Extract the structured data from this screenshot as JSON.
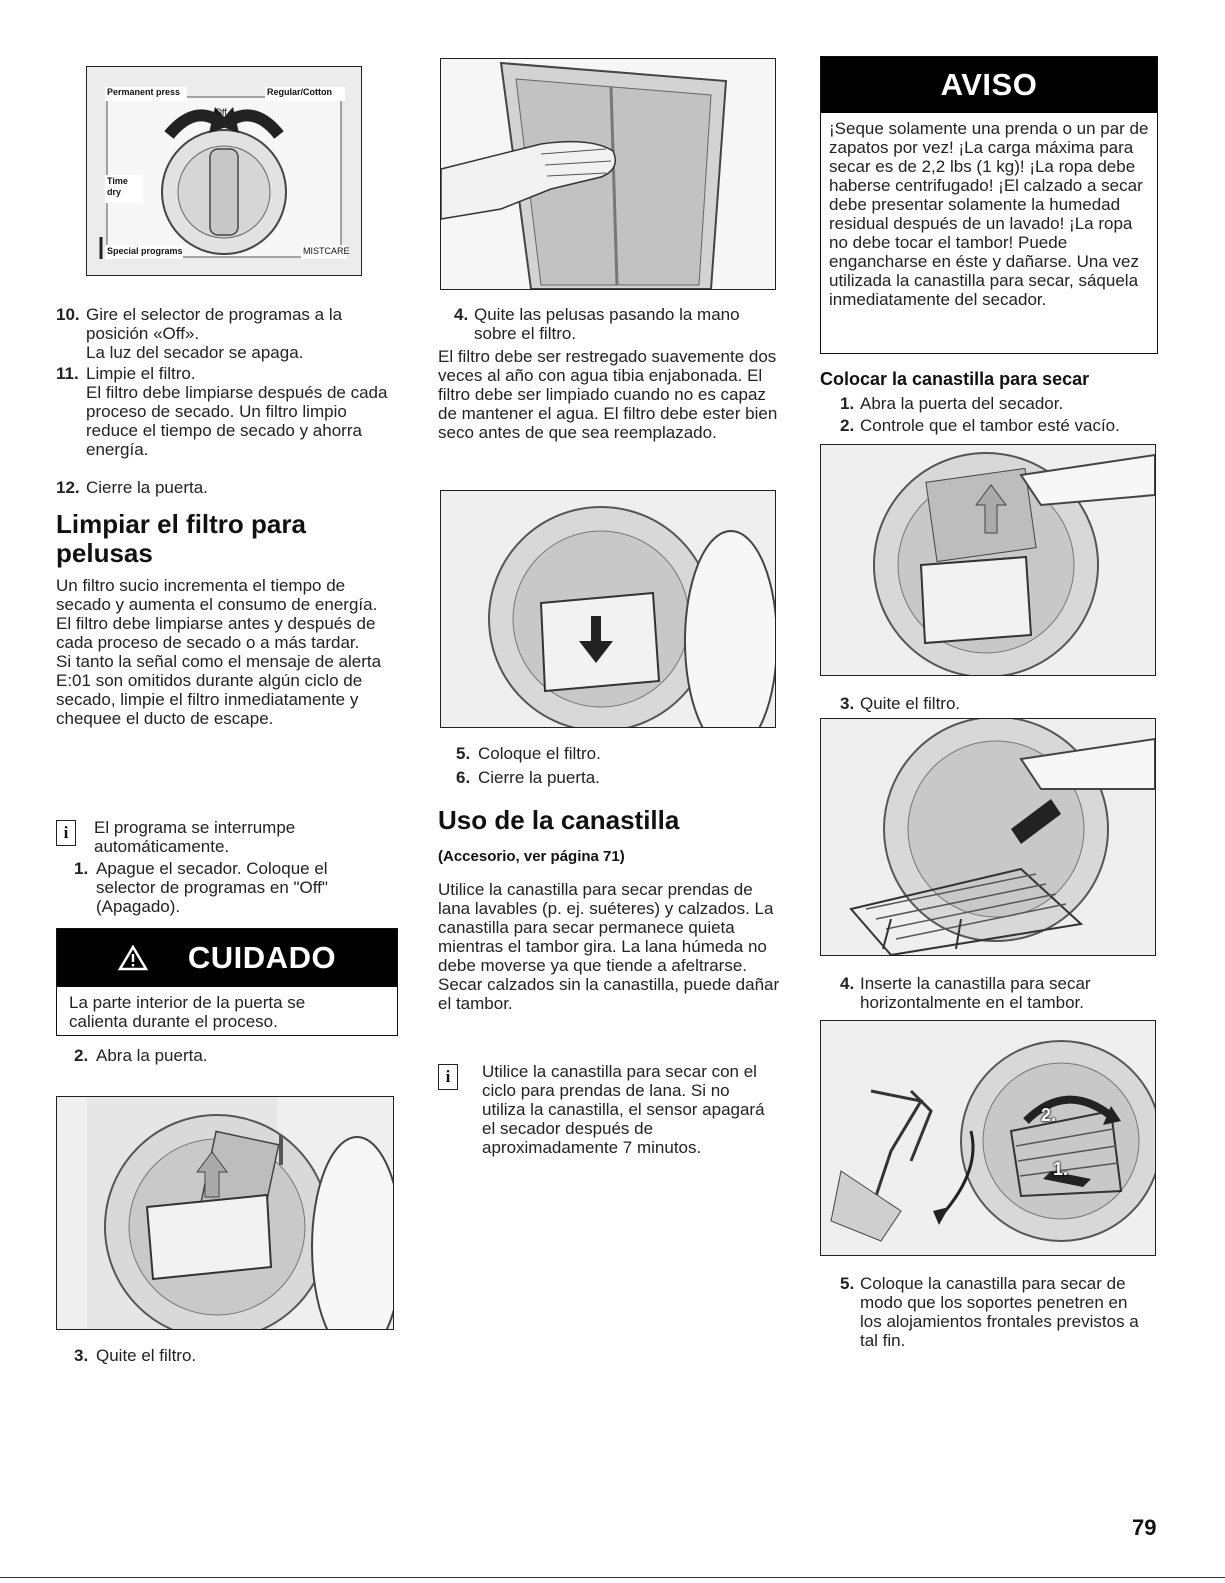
{
  "col1": {
    "dial": {
      "left_top": "Permanent press",
      "right_top": "Regular/Cotton",
      "off": "Off",
      "time_dry": "Time dry",
      "special": "Special programs",
      "mistcare": "MISTCARE"
    },
    "steps_a": [
      {
        "n": "10.",
        "text": "Gire el selector de programas a la posición «Off».\nLa luz del secador se apaga."
      },
      {
        "n": "11.",
        "text": "Limpie el filtro.\nEl filtro debe limpiarse después de cada proceso de secado. Un filtro limpio reduce el tiempo de secado y ahorra energía."
      },
      {
        "n": "12.",
        "text": "Cierre la puerta."
      }
    ],
    "heading": "Limpiar el filtro para pelusas",
    "intro": "Un filtro sucio incrementa el tiempo de secado y aumenta el consumo de energía.\nEl filtro debe limpiarse antes y después de cada proceso de secado o a más tardar.\nSi tanto la señal como el mensaje de alerta E:01 son omitidos durante algún ciclo de secado, limpie el filtro inmediatamente y chequee el ducto de escape.",
    "note": "El programa se interrumpe automáticamente.",
    "step1": {
      "n": "1.",
      "text": "Apague el secador. Coloque el selector de programas en \"Off\" (Apagado)."
    },
    "caution_title": "CUIDADO",
    "caution_text": "La parte interior de la puerta se calienta durante el proceso.",
    "step2": {
      "n": "2.",
      "text": "Abra la puerta."
    },
    "step3": {
      "n": "3.",
      "text": "Quite el filtro."
    }
  },
  "col2": {
    "step4": {
      "n": "4.",
      "text": "Quite las pelusas pasando la mano sobre el filtro."
    },
    "body": "El filtro debe ser restregado suavemente dos veces al año con agua tibia enjabonada. El filtro debe ser limpiado cuando no es capaz de mantener el agua. El filtro debe ester bien seco antes de que sea reemplazado.",
    "step5": {
      "n": "5.",
      "text": "Coloque el filtro."
    },
    "step6": {
      "n": "6.",
      "text": "Cierre la puerta."
    },
    "heading": "Uso de la canastilla",
    "subheading": "(Accesorio, ver página 71)",
    "body2": "Utilice la canastilla para secar prendas de lana lavables (p. ej. suéteres) y calzados. La canastilla para secar permanece quieta mientras el tambor gira. La lana húmeda no debe moverse ya que tiende a afeltrarse. Secar calzados sin la canastilla, puede dañar el tambor.",
    "note": "Utilice la canastilla para secar con el ciclo para prendas de lana. Si no utiliza la canastilla, el sensor apagará el secador después de aproximadamente 7 minutos."
  },
  "col3": {
    "aviso_title": "AVISO",
    "aviso_text": "¡Seque solamente una prenda o un par de zapatos por vez! ¡La carga máxima para secar es de 2,2 lbs (1 kg)! ¡La ropa debe haberse centrifugado! ¡El calzado a secar debe presentar solamente la humedad residual después de un lavado! ¡La ropa no debe tocar el tambor! Puede engancharse en éste y dañarse. Una vez utilizada la canastilla para secar, sáquela inmediatamente del secador.",
    "heading": "Colocar la canastilla para secar",
    "step1": {
      "n": "1.",
      "text": "Abra la puerta del secador."
    },
    "step2": {
      "n": "2.",
      "text": "Controle que el tambor esté vacío."
    },
    "step3": {
      "n": "3.",
      "text": "Quite el filtro."
    },
    "step4": {
      "n": "4.",
      "text": "Inserte la canastilla para secar horizontalmente en el tambor."
    },
    "fig_labels": {
      "a": "2.",
      "b": "1."
    },
    "step5": {
      "n": "5.",
      "text": "Coloque la canastilla para secar de modo que los soportes penetren en los alojamientos frontales previstos a tal fin."
    }
  },
  "page_number": "79"
}
